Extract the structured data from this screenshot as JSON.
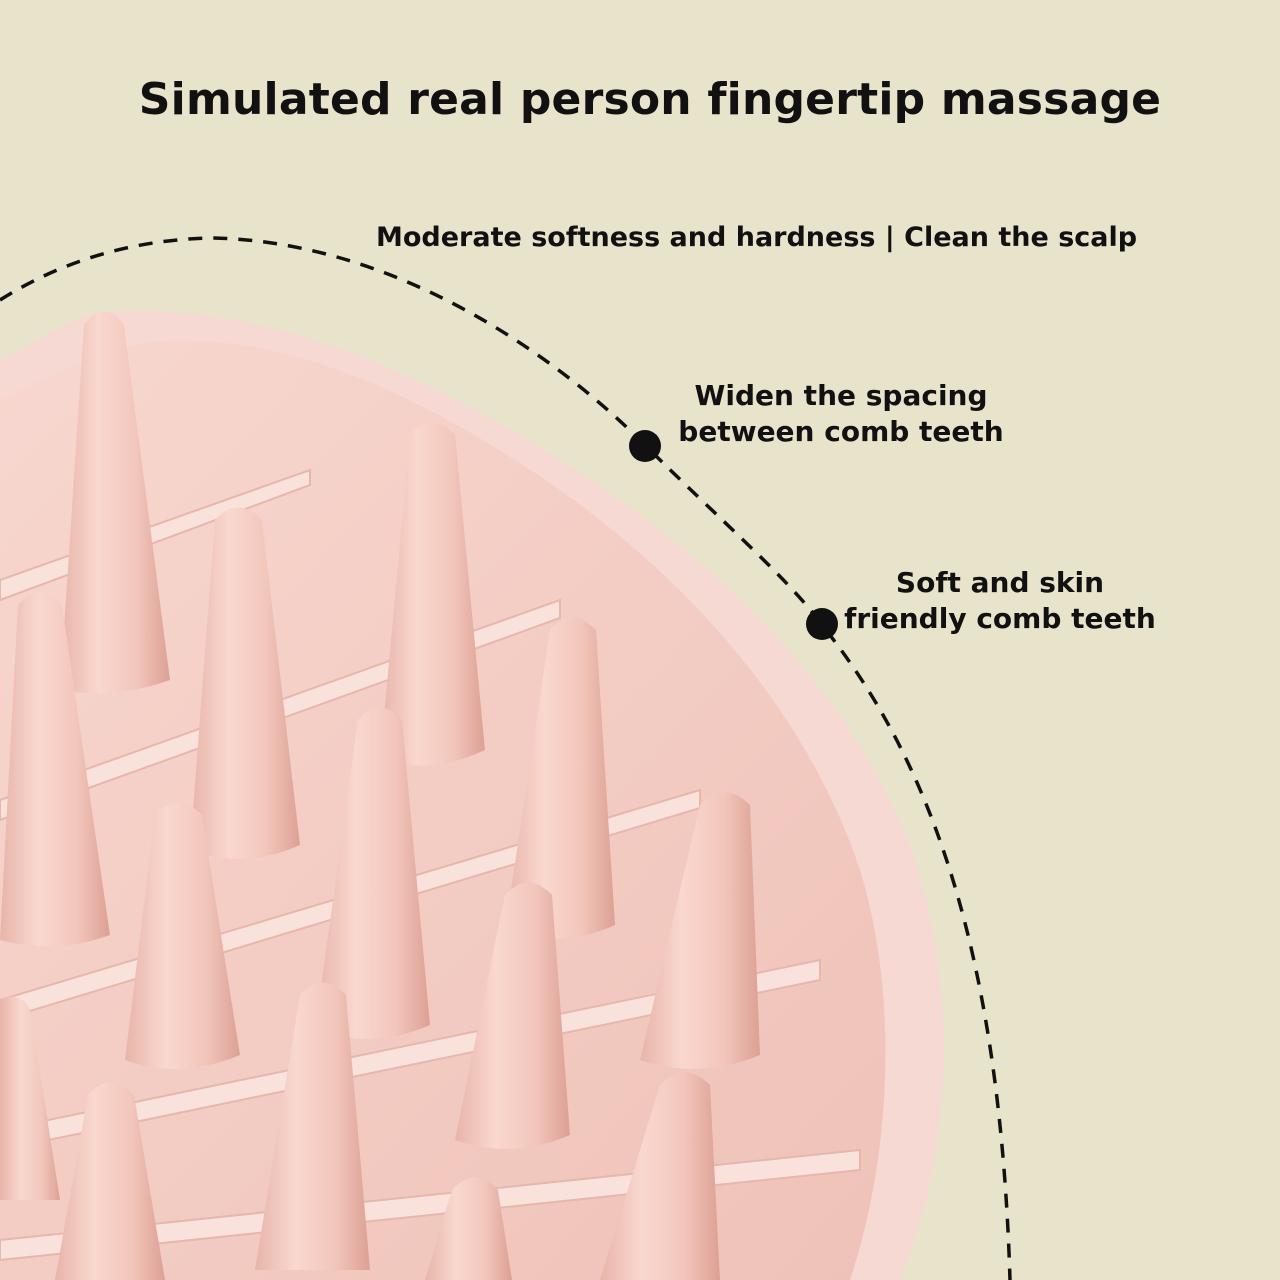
{
  "headline": "Simulated real person fingertip massage",
  "subheadline": "Moderate softness and hardness | Clean the scalp",
  "callouts": [
    {
      "line1": "Widen the spacing",
      "line2": "between comb teeth"
    },
    {
      "line1": "Soft and skin",
      "line2": "friendly comb teeth"
    }
  ],
  "colors": {
    "background": "#e8e4cb",
    "brush_body": "#f3cfc6",
    "brush_rim": "#f8dcd5",
    "tooth": "#f5cfc5",
    "tooth_shade": "#e7b3a8",
    "text": "#111111"
  }
}
